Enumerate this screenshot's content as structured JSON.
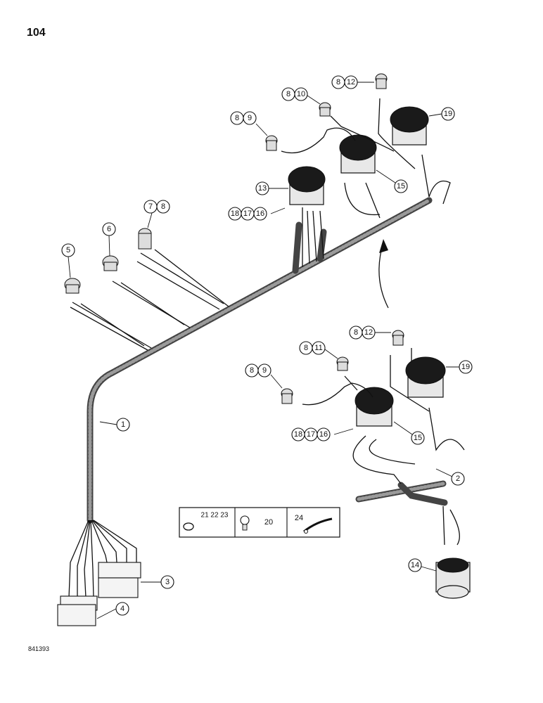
{
  "page_number": "104",
  "figure_code": "841393",
  "callouts": {
    "c1": "1",
    "c2": "2",
    "c3": "3",
    "c4": "4",
    "c5": "5",
    "c6": "6",
    "c7": "7",
    "c8": "8",
    "c13": "13",
    "c14": "14",
    "c15a": "15",
    "c15b": "15",
    "c19a": "19",
    "c19b": "19",
    "c16a": "16",
    "c17a": "17",
    "c18a": "18",
    "c16b": "16",
    "c17b": "17",
    "c18b": "18",
    "c8_9a": "8",
    "c9a": "9",
    "c8_10": "8",
    "c10": "10",
    "c8_12a": "8",
    "c12a": "12",
    "c8_9b": "8",
    "c9b": "9",
    "c8_11": "8",
    "c11": "11",
    "c8_12b": "8",
    "c12b": "12"
  },
  "legend": {
    "cell1_label": "21  22  23",
    "cell2_label": "20",
    "cell3_label": "24"
  }
}
